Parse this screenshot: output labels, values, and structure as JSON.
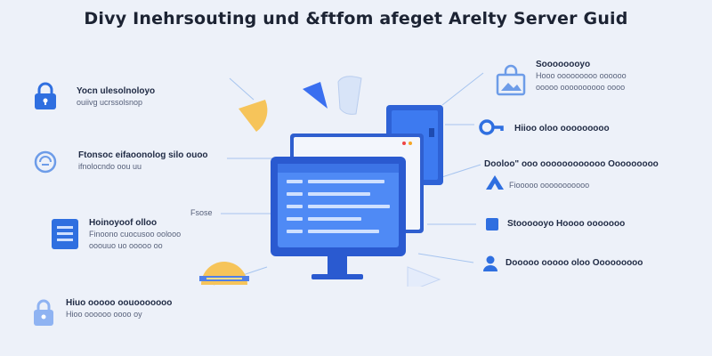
{
  "title": "Divy Inehrsouting und &ftfom afeget Arelty Server Guid",
  "callouts": {
    "left_1": {
      "heading": "Yocn ulesolnoloyo",
      "body": "ouiivg ucrssolsnop"
    },
    "left_2": {
      "heading": "Ftonsoc eifaoonolog silo ouoo",
      "body": "ifnolocndo oou uu"
    },
    "left_3_tag": "Fsose",
    "left_3": {
      "heading": "Hoinoyoof olloo",
      "body1": "Finoono cuocusoo oolooo",
      "body2": "ooouuo uo ooooo oo"
    },
    "left_4": {
      "heading": "Hiuo ooooo oouooooooo",
      "body": "Hioo oooooo oooo oy"
    },
    "right_1": {
      "heading": "Soooooooyo",
      "body1": "Hooo ooooooooo oooooo",
      "body2": "ooooo oooooooooo oooo"
    },
    "right_2": {
      "heading": "Hiioo oloo ooooooooo"
    },
    "right_3": {
      "heading": "Dooloo\" ooo oooooooooooo Ooooooooo"
    },
    "right_4": {
      "heading": "Fiooooo ooooooooooo"
    },
    "right_5": {
      "heading": "Stoooooyo Hoooo ooooooo"
    },
    "right_6": {
      "heading": "Dooooo ooooo oloo Ooooooooo"
    }
  },
  "colors": {
    "background": "#edf1f9",
    "primary_blue": "#2f6fe0",
    "light_blue": "#8fb3f2",
    "accent_yellow": "#f6c45a",
    "line": "#9fc0ef"
  },
  "icons": [
    "lock-icon",
    "refresh-icon",
    "list-icon",
    "lock-outline-icon",
    "image-icon",
    "key-icon",
    "triangle-logo-icon",
    "square-icon",
    "user-icon",
    "monitor-icon",
    "browser-window-icon",
    "folder-icon"
  ]
}
